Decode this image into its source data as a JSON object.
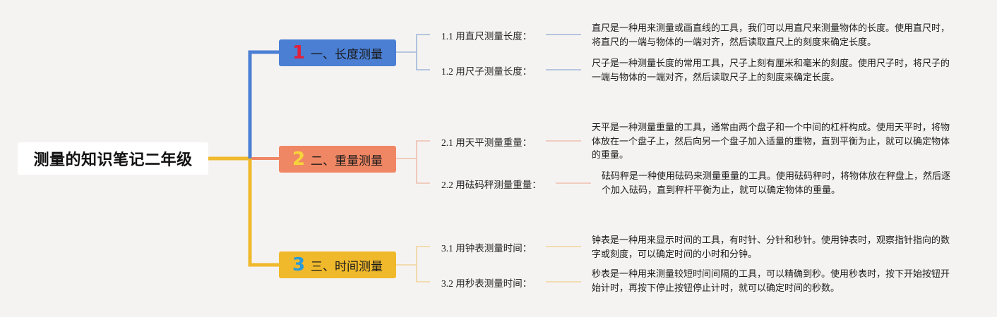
{
  "title": "测量的知识笔记二年级",
  "colors": {
    "background": "#f5f3f2",
    "branch1": "#4a7fd4",
    "branch2": "#f08764",
    "branch3": "#f0b92c",
    "num1": "#e0203c",
    "num2": "#f6d53a",
    "num3": "#2a9ad8",
    "line1": "#9fb6d8",
    "line2": "#eebfae",
    "line3": "#f0d49a"
  },
  "branches": [
    {
      "number": "1",
      "label": "一、长度测量",
      "children": [
        {
          "label": "1.1 用直尺测量长度：",
          "description": "直尺是一种用来测量或画直线的工具，我们可以用直尺来测量物体的长度。使用直尺时，将直尺的一端与物体的一端对齐，然后读取直尺上的刻度来确定长度。"
        },
        {
          "label": "1.2 用尺子测量长度：",
          "description": "尺子是一种测量长度的常用工具，尺子上刻有厘米和毫米的刻度。使用尺子时，将尺子的一端与物体的一端对齐，然后读取尺子上的刻度来确定长度。"
        }
      ]
    },
    {
      "number": "2",
      "label": "二、重量测量",
      "children": [
        {
          "label": "2.1 用天平测量重量：",
          "description": "天平是一种测量重量的工具，通常由两个盘子和一个中间的杠杆构成。使用天平时，将物体放在一个盘子上，然后向另一个盘子加入适量的重物，直到平衡为止，就可以确定物体的重量。"
        },
        {
          "label": "2.2 用砝码秤测量重量：",
          "description": "砝码秤是一种使用砝码来测量重量的工具。使用砝码秤时，将物体放在秤盘上，然后逐个加入砝码，直到秤杆平衡为止，就可以确定物体的重量。"
        }
      ]
    },
    {
      "number": "3",
      "label": "三、时间测量",
      "children": [
        {
          "label": "3.1 用钟表测量时间：",
          "description": "钟表是一种用来显示时间的工具，有时针、分针和秒针。使用钟表时，观察指针指向的数字或刻度，可以确定时间的小时和分钟。"
        },
        {
          "label": "3.2 用秒表测量时间：",
          "description": "秒表是一种用来测量较短时间间隔的工具，可以精确到秒。使用秒表时，按下开始按钮开始计时，再按下停止按钮停止计时，就可以确定时间的秒数。"
        }
      ]
    }
  ]
}
